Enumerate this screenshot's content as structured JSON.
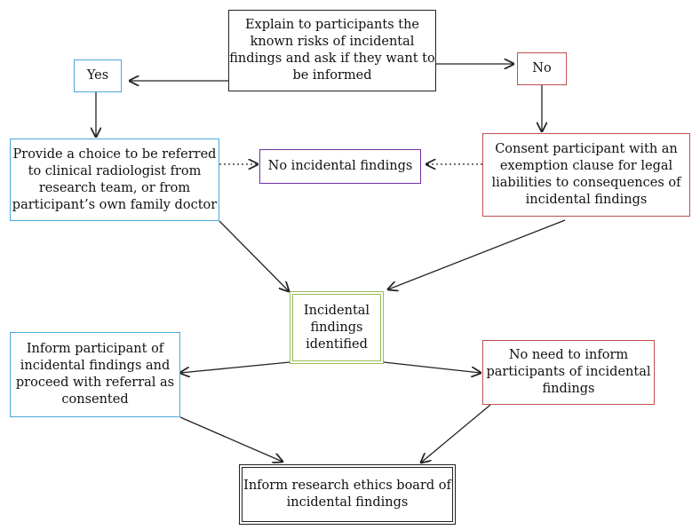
{
  "nodes": {
    "explain": "Explain to participants the\nknown risks of incidental\nfindings and ask if they want to\nbe informed",
    "yes": "Yes",
    "no": "No",
    "provide_choice": "Provide a choice to be referred\nto clinical radiologist from\nresearch team, or from\nparticipant’s own family doctor",
    "no_findings": "No incidental findings",
    "consent": "Consent participant with an\nexemption clause for legal\nliabilities to consequences of\nincidental findings",
    "identified": "Incidental\nfindings\nidentified",
    "inform_participant": "Inform participant of\nincidental findings and\nproceed with referral as\nconsented",
    "no_need": "No need to inform\nparticipants of incidental\nfindings",
    "ethics_board": "Inform research ethics board of\nincidental findings"
  },
  "colors": {
    "black": "#222222",
    "blue": "#4aa8d8",
    "red": "#c0504d",
    "purple": "#7030a0",
    "green": "#9bbb59"
  }
}
